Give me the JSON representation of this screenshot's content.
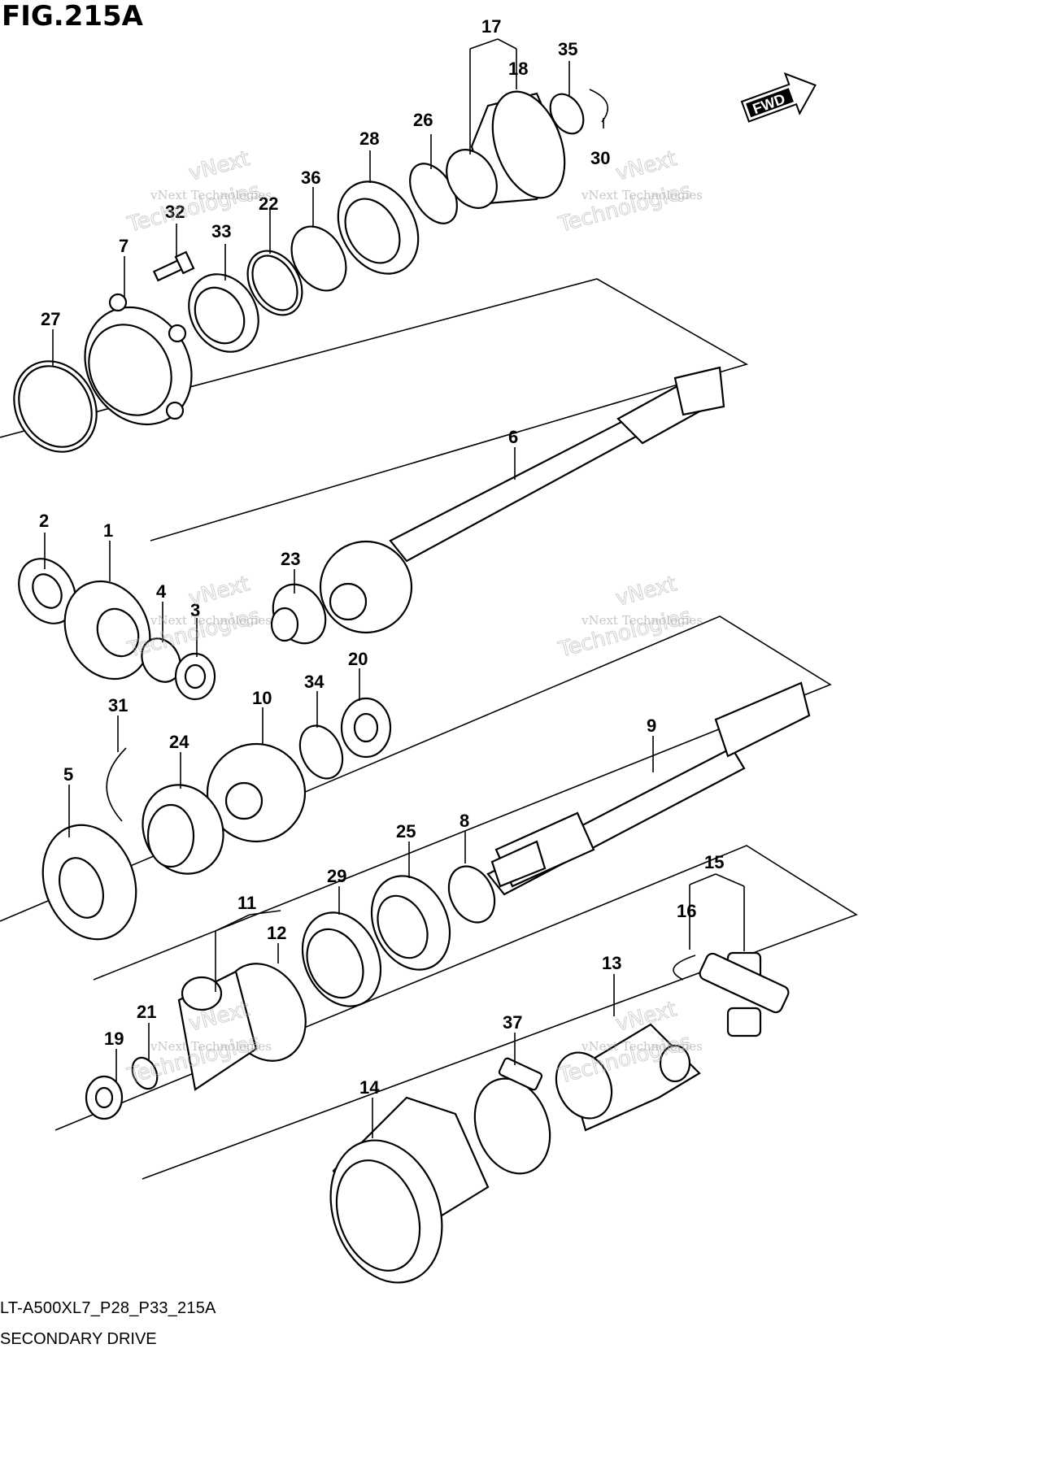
{
  "figure": {
    "title": "FIG.215A",
    "model_code": "LT-A500XL7_P28_P33_215A",
    "section_name": "SECONDARY DRIVE",
    "direction_badge": "FWD",
    "watermark_text": "vNext Technologies",
    "watermark_text_outline_line1": "vNext",
    "watermark_text_outline_line2": "Technologies"
  },
  "callouts": [
    "1",
    "2",
    "3",
    "4",
    "5",
    "6",
    "7",
    "8",
    "9",
    "10",
    "11",
    "12",
    "13",
    "14",
    "15",
    "16",
    "17",
    "18",
    "19",
    "20",
    "21",
    "22",
    "23",
    "24",
    "25",
    "26",
    "27",
    "28",
    "29",
    "30",
    "31",
    "32",
    "33",
    "34",
    "35",
    "36",
    "37"
  ],
  "parts_icon": "exploded-parts-icon",
  "colors": {
    "ink": "#000000",
    "paper": "#ffffff",
    "watermark": "#9a9a9a"
  }
}
